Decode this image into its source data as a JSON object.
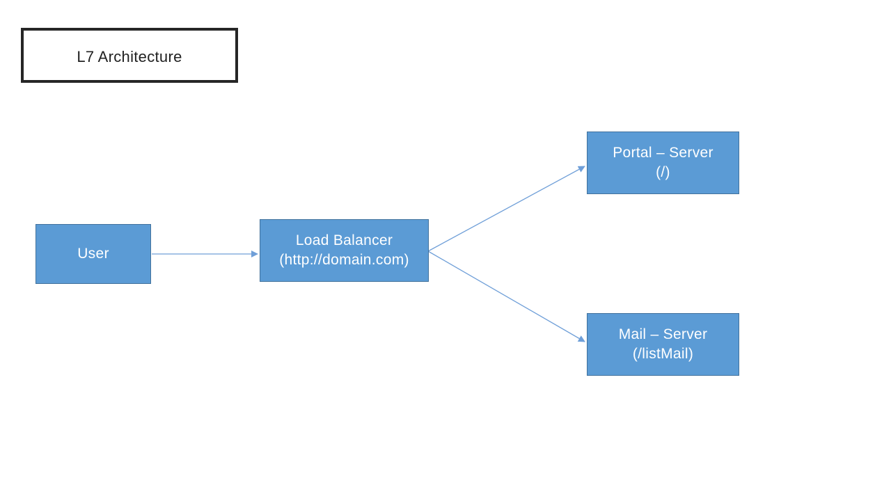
{
  "diagram": {
    "title": "L7 Architecture",
    "nodes": [
      {
        "id": "user",
        "label": "User",
        "sublabel": ""
      },
      {
        "id": "load-balancer",
        "label": "Load Balancer",
        "sublabel": "(http://domain.com)"
      },
      {
        "id": "portal-server",
        "label": "Portal – Server",
        "sublabel": "(/)"
      },
      {
        "id": "mail-server",
        "label": "Mail – Server",
        "sublabel": "(/listMail)"
      }
    ],
    "edges": [
      {
        "from": "user",
        "to": "load-balancer"
      },
      {
        "from": "load-balancer",
        "to": "portal-server"
      },
      {
        "from": "load-balancer",
        "to": "mail-server"
      }
    ]
  },
  "colors": {
    "node_fill": "#5B9BD5",
    "node_border": "#41719C",
    "node_text": "#FFFFFF",
    "connector": "#6F9FD8",
    "title_border": "#262626",
    "title_text": "#212121",
    "background": "#FFFFFF"
  }
}
